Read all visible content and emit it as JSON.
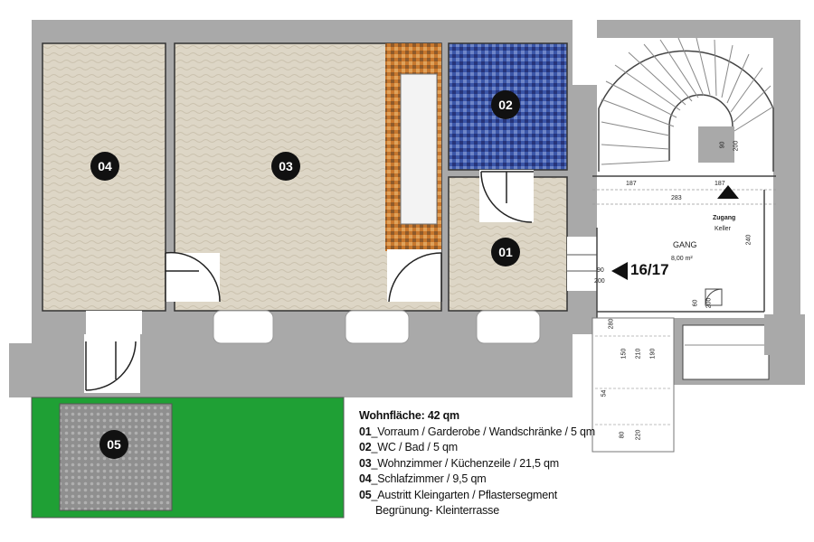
{
  "rooms": {
    "r01": "01",
    "r02": "02",
    "r03": "03",
    "r04": "04",
    "r05": "05"
  },
  "legend": {
    "title": "Wohnfläche: 42 qm",
    "items": [
      {
        "num": "01",
        "text": "_Vorraum / Garderobe / Wandschränke / 5 qm"
      },
      {
        "num": "02",
        "text": "_WC / Bad / 5 qm"
      },
      {
        "num": "03",
        "text": "_Wohnzimmer / Küchenzeile / 21,5 qm"
      },
      {
        "num": "04",
        "text": "_Schlafzimmer / 9,5 qm"
      },
      {
        "num": "05",
        "text": "_Austritt Kleingarten / Pflastersegment"
      }
    ],
    "continuation": "Begrünung- Kleinterrasse"
  },
  "stairwell": {
    "unit": "16/17",
    "gang": "GANG",
    "gang_area": "8,00 m²",
    "zugang": "Zugang",
    "keller": "Keller"
  },
  "dims": {
    "d90a": "90",
    "d200a": "200",
    "d90b": "90",
    "d200b": "200",
    "d60": "60",
    "d200c": "200",
    "d187a": "187",
    "d187b": "187",
    "d283": "283",
    "d240": "240",
    "d280": "280",
    "d150": "150",
    "d210": "210",
    "d190": "190",
    "d80": "80",
    "d220": "220",
    "d54": "54"
  },
  "colors": {
    "wall": "#a9a9a9",
    "floor": "#ddd6c6",
    "garden": "#1fa035",
    "paving": "#8f8f8f",
    "tile": "#3b56a8",
    "kitchen_tile": "#c8782e"
  }
}
